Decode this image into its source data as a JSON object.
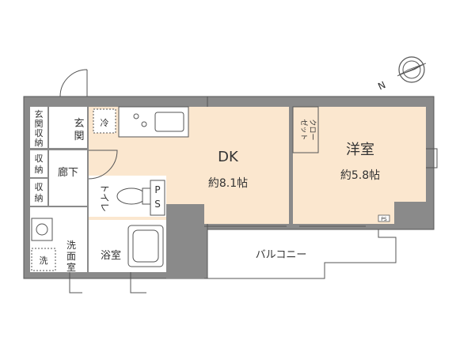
{
  "colors": {
    "wall": "#8a8a8a",
    "wall_outline": "#555555",
    "room_dk": "#fbe7cf",
    "room_western": "#fbe7cf",
    "room_wet": "#ffffff",
    "balcony": "#ffffff",
    "line": "#555555",
    "text": "#333333"
  },
  "rooms": {
    "dk": {
      "name": "DK",
      "area": "約8.1帖"
    },
    "western": {
      "name": "洋室",
      "area": "約5.8帖"
    },
    "entrance": {
      "name_l1": "玄",
      "name_l2": "関"
    },
    "entrance_storage": {
      "l1": "玄",
      "l2": "関",
      "l3": "収",
      "l4": "納"
    },
    "storage_1": {
      "l1": "収",
      "l2": "納"
    },
    "storage_2": {
      "l1": "収",
      "l2": "納"
    },
    "hallway": {
      "name": "廊下"
    },
    "toilet": {
      "name": "トイレ"
    },
    "ps": {
      "l1": "P",
      "l2": "S"
    },
    "washroom": {
      "l1": "洗",
      "l2": "面",
      "l3": "室"
    },
    "bathroom": {
      "name": "浴室"
    },
    "closet": {
      "name_l1": "クロー",
      "name_l2": "ゼット"
    },
    "balcony": {
      "name": "バルコニー"
    }
  },
  "fixtures": {
    "fridge": "冷",
    "washer": "洗",
    "small_ps": "PS"
  },
  "compass": {
    "north": "N"
  }
}
